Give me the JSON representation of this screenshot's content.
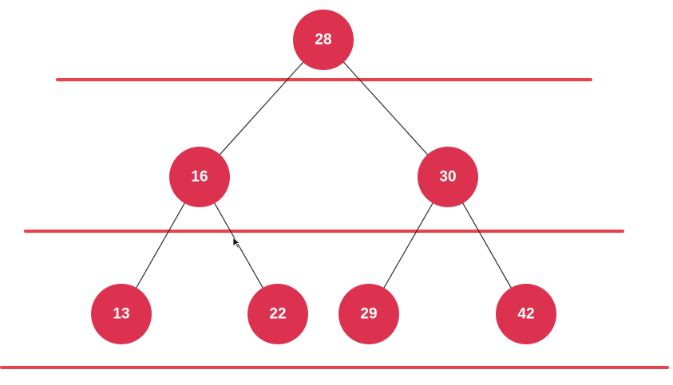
{
  "tree": {
    "nodes": [
      {
        "id": "n28",
        "label": "28"
      },
      {
        "id": "n16",
        "label": "16"
      },
      {
        "id": "n30",
        "label": "30"
      },
      {
        "id": "n13",
        "label": "13"
      },
      {
        "id": "n22",
        "label": "22"
      },
      {
        "id": "n29",
        "label": "29"
      },
      {
        "id": "n42",
        "label": "42"
      }
    ],
    "edges": [
      {
        "from": "n28",
        "to": "n16"
      },
      {
        "from": "n28",
        "to": "n30"
      },
      {
        "from": "n16",
        "to": "n13"
      },
      {
        "from": "n16",
        "to": "n22"
      },
      {
        "from": "n30",
        "to": "n29"
      },
      {
        "from": "n30",
        "to": "n42"
      }
    ]
  },
  "colors": {
    "node_fill": "#dc3250",
    "node_text": "#ffffff",
    "level_line": "#e8323c",
    "edge": "#2b2b2b"
  }
}
